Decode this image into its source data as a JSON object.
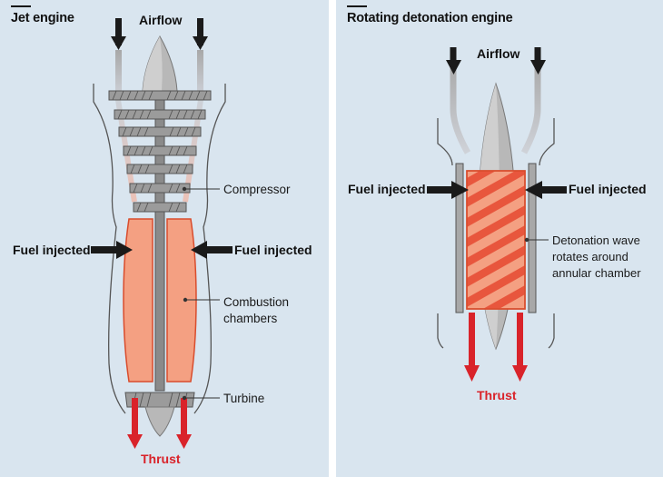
{
  "jet_engine": {
    "title": "Jet engine",
    "airflow": "Airflow",
    "compressor": "Compressor",
    "fuel_left": "Fuel injected",
    "fuel_right": "Fuel injected",
    "combustion_line1": "Combustion",
    "combustion_line2": "chambers",
    "turbine": "Turbine",
    "thrust": "Thrust"
  },
  "rde": {
    "title": "Rotating detonation engine",
    "airflow": "Airflow",
    "fuel_left": "Fuel injected",
    "fuel_right": "Fuel injected",
    "wave_line1": "Detonation wave",
    "wave_line2": "rotates around",
    "wave_line3": "annular chamber",
    "thrust": "Thrust"
  },
  "colors": {
    "background": "#d9e5ef",
    "chamber_fill": "#f4a082",
    "chamber_stroke": "#d94c2c",
    "metal": "#9a9a9a",
    "thrust_red": "#d9232a",
    "arrow_black": "#1a1a1a"
  }
}
